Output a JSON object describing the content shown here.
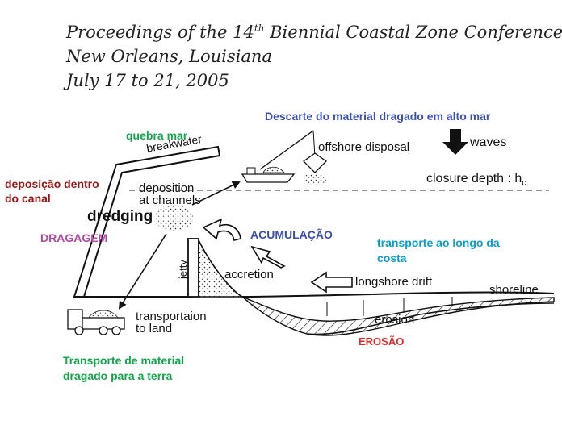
{
  "header": {
    "line1_prefix": "Proceedings of the 14",
    "line1_sup": "th",
    "line1_suffix": " Biennial Coastal Zone Conference",
    "line2": "New Orleans, Louisiana",
    "line3": "July 17 to 21, 2005"
  },
  "labels_en": {
    "breakwater": "breakwater",
    "offshore_disposal": "offshore disposal",
    "waves": "waves",
    "closure_depth": "closure depth : h",
    "closure_depth_sub": "c",
    "deposition_line1": "deposition",
    "deposition_line2": "at channels",
    "dredging": "dredging",
    "jetty": "jetty",
    "accretion": "accretion",
    "longshore_drift": "longshore drift",
    "shoreline": "shoreline",
    "erosion": "erosion",
    "transport_line1": "transportaion",
    "transport_line2": "to land"
  },
  "labels_pt": {
    "descarte": "Descarte do material dragado em alto mar",
    "quebra_mar": "quebra mar",
    "deposicao_line1": "deposição dentro",
    "deposicao_line2": "do canal",
    "dragagem": "DRAGAGEM",
    "acumulacao": "ACUMULAÇÃO",
    "transporte_costa_line1": "transporte ao longo da",
    "transporte_costa_line2": "costa",
    "erosao": "EROSÃO",
    "transporte_terra_line1": "Transporte de material",
    "transporte_terra_line2": "dragado para a terra"
  },
  "colors": {
    "blue": "#3b4fb2",
    "green": "#11a84a",
    "darkred": "#9b1616",
    "magenta": "#b24aa6",
    "teal": "#0a9bd0",
    "red": "#e12a2a"
  }
}
